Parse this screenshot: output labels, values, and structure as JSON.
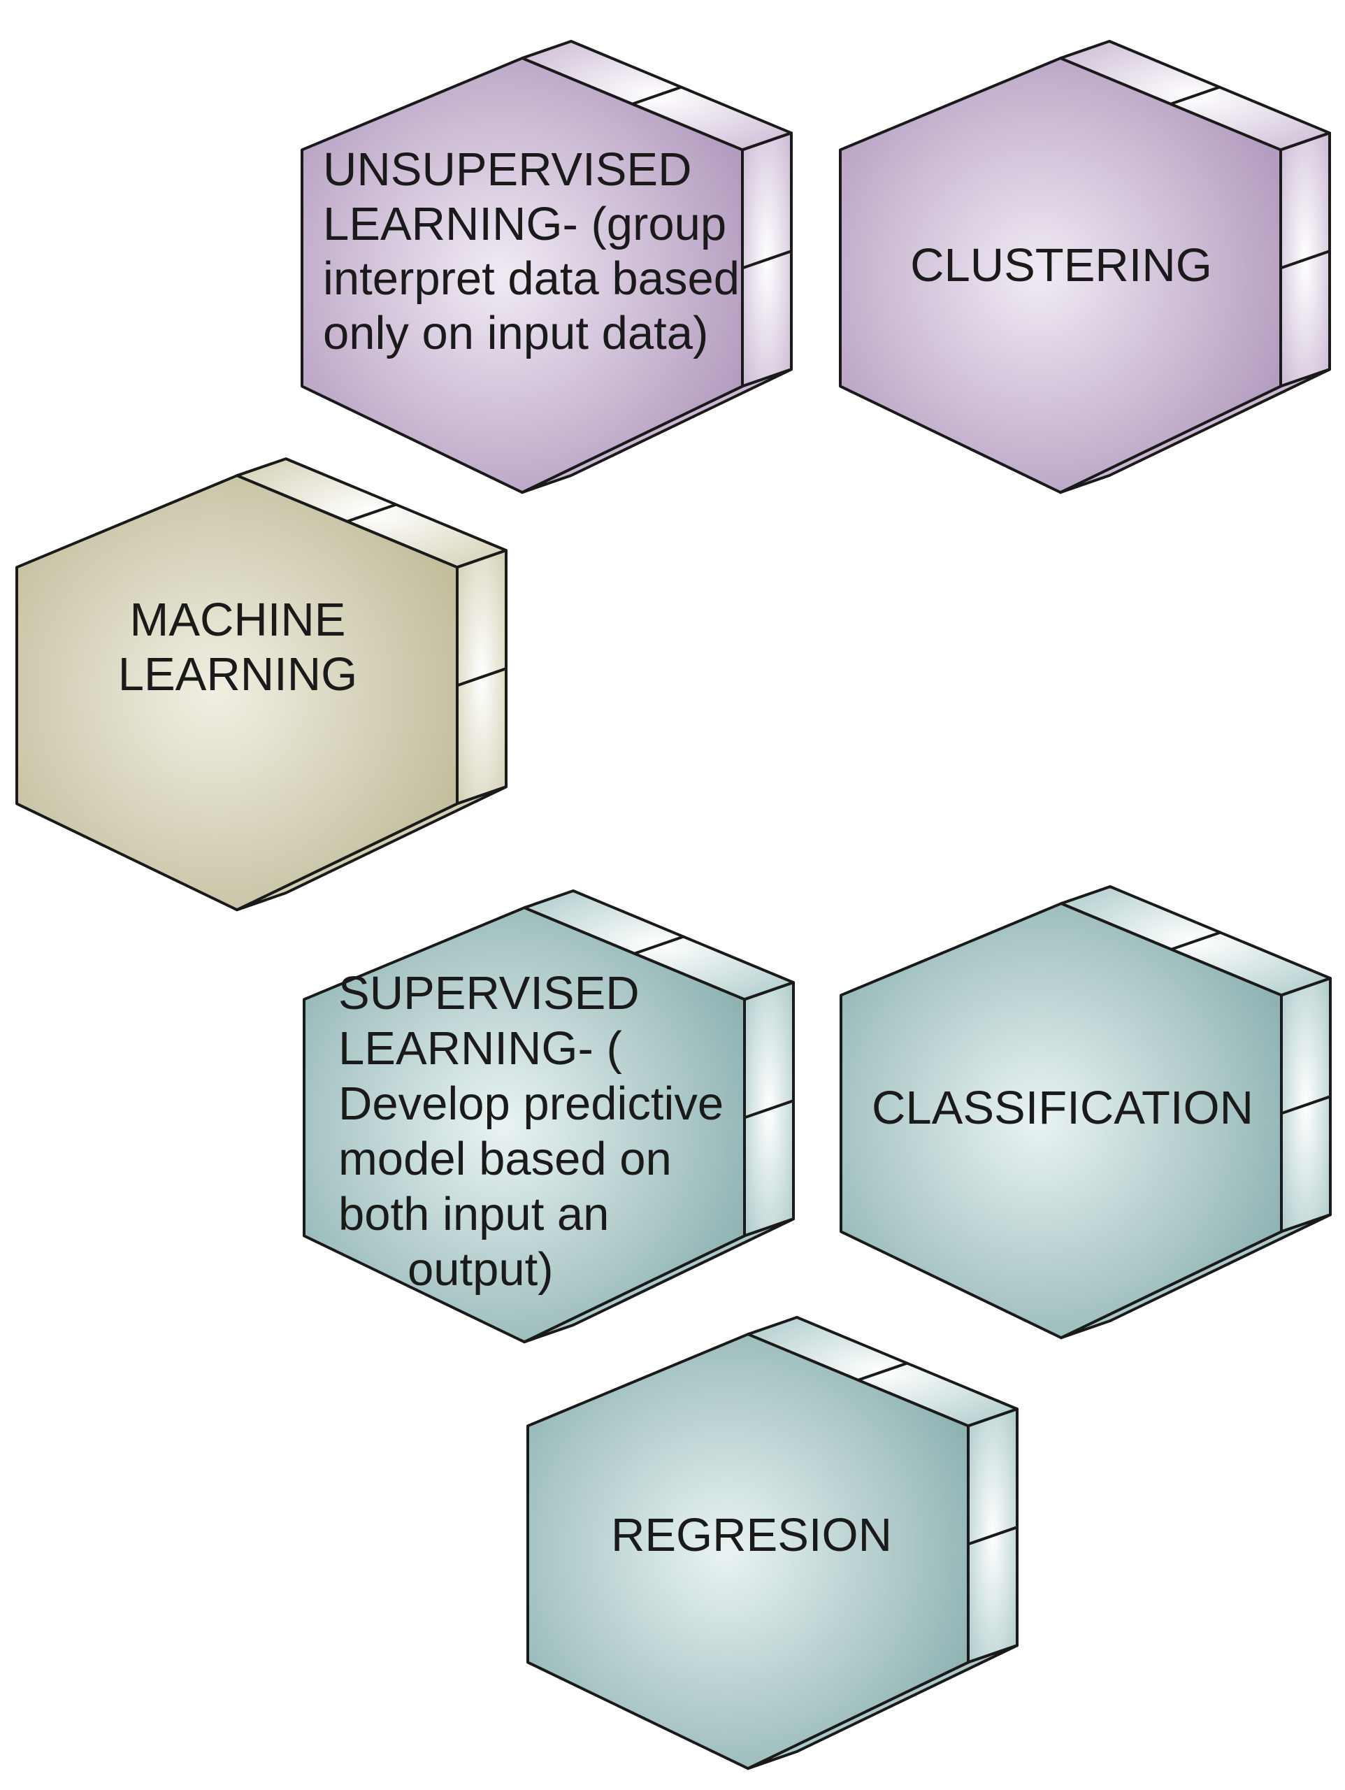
{
  "colors": {
    "unsupervised_group": {
      "base": "#b39cbf",
      "light": "#f1eaf4",
      "side": "#cbb9d4"
    },
    "machine_learning": {
      "base": "#c2bd9c",
      "light": "#f1efe3",
      "side": "#d3cfb3"
    },
    "supervised_group": {
      "base": "#8fb3b3",
      "light": "#eaf3f3",
      "side": "#adcaca"
    },
    "outline": "#1a1a1a"
  },
  "nodes": [
    {
      "id": "unsupervised-learning",
      "lines": [
        "UNSUPERVISED",
        "LEARNING- (group",
        "interpret data based",
        "only on input data)"
      ],
      "color_group": "unsupervised_group"
    },
    {
      "id": "clustering",
      "lines": [
        "CLUSTERING"
      ],
      "color_group": "unsupervised_group"
    },
    {
      "id": "machine-learning",
      "lines": [
        "MACHINE",
        "LEARNING"
      ],
      "color_group": "machine_learning"
    },
    {
      "id": "supervised-learning",
      "lines": [
        "SUPERVISED",
        "LEARNING- (",
        "Develop predictive",
        "model based on",
        "both input an",
        "output)"
      ],
      "color_group": "supervised_group"
    },
    {
      "id": "classification",
      "lines": [
        "CLASSIFICATION"
      ],
      "color_group": "supervised_group"
    },
    {
      "id": "regression",
      "lines": [
        "REGRESION"
      ],
      "color_group": "supervised_group"
    }
  ]
}
